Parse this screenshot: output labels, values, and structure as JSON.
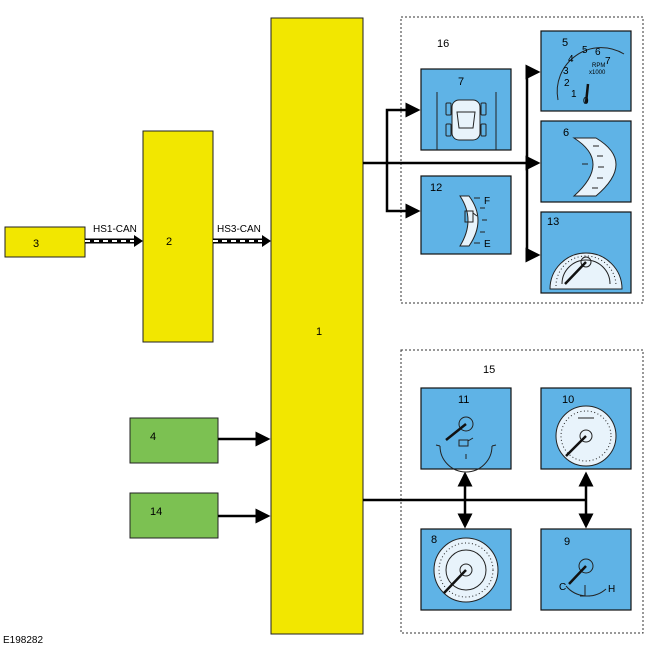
{
  "figure_id": "E198282",
  "modules": {
    "m1": "1",
    "m2": "2",
    "m3": "3",
    "m4": "4",
    "m14": "14"
  },
  "buses": {
    "hs1": "HS1-CAN",
    "hs3": "HS3-CAN"
  },
  "groups": {
    "g16": "16",
    "g15": "15"
  },
  "gauges": {
    "g5": "5",
    "g6": "6",
    "g7": "7",
    "g8": "8",
    "g9": "9",
    "g10": "10",
    "g11": "11",
    "g12": "12",
    "g13": "13"
  },
  "tach": {
    "unit": "RPM",
    "multiplier": "x1000",
    "ticks": [
      "0",
      "1",
      "2",
      "3",
      "4",
      "5",
      "6",
      "7"
    ]
  },
  "fuel": {
    "full": "F",
    "empty": "E"
  },
  "temp": {
    "cold": "C",
    "hot": "H"
  },
  "colors": {
    "module_yellow": "#f2e700",
    "module_green": "#7cc152",
    "gauge_blue": "#5fb3e6"
  },
  "icons": [
    "tire-pressure-icon",
    "fuel-pump-icon",
    "coolant-temperature-icon",
    "oil-can-icon"
  ]
}
